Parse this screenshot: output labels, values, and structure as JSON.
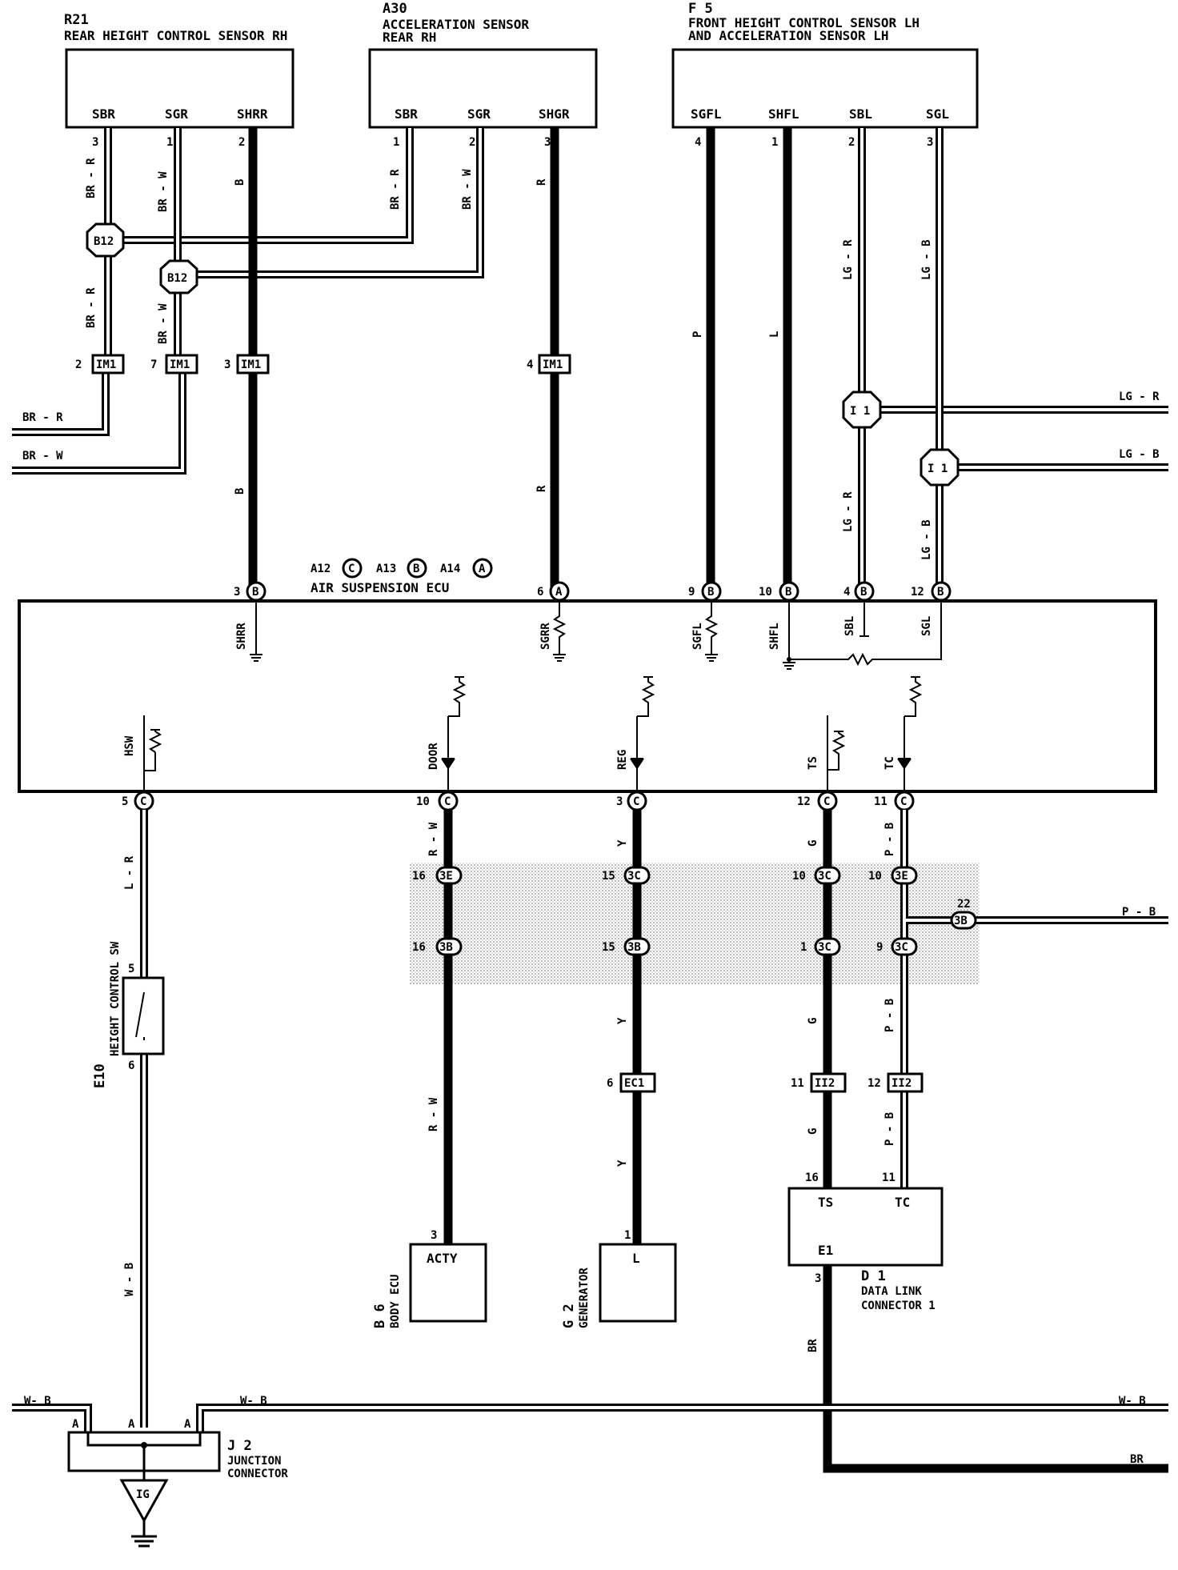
{
  "components": {
    "r21": {
      "code": "R21",
      "name": "REAR HEIGHT CONTROL SENSOR RH",
      "pins": [
        "SBR",
        "SGR",
        "SHRR"
      ],
      "pin_numbers": [
        "3",
        "1",
        "2"
      ]
    },
    "a30": {
      "code": "A30",
      "name_line1": "ACCELERATION SENSOR",
      "name_line2": "REAR RH",
      "pins": [
        "SBR",
        "SGR",
        "SHGR"
      ],
      "pin_numbers": [
        "1",
        "2",
        "3"
      ]
    },
    "f5": {
      "code": "F 5",
      "name_line1": "FRONT HEIGHT CONTROL SENSOR LH",
      "name_line2": "AND ACCELERATION SENSOR LH",
      "pins": [
        "SGFL",
        "SHFL",
        "SBL",
        "SGL"
      ],
      "pin_numbers": [
        "4",
        "1",
        "2",
        "3"
      ]
    },
    "ecu": {
      "connectors": [
        "A12",
        "A13",
        "A14"
      ],
      "connector_letters": [
        "C",
        "B",
        "A"
      ],
      "name": "AIR SUSPENSION ECU",
      "top_pins": [
        {
          "num": "3",
          "conn": "B",
          "label": "SHRR"
        },
        {
          "num": "6",
          "conn": "A",
          "label": "SGRR"
        },
        {
          "num": "9",
          "conn": "B",
          "label": "SGFL"
        },
        {
          "num": "10",
          "conn": "B",
          "label": "SHFL"
        },
        {
          "num": "4",
          "conn": "B",
          "label": "SBL"
        },
        {
          "num": "12",
          "conn": "B",
          "label": "SGL"
        }
      ],
      "bottom_pins": [
        {
          "num": "5",
          "conn": "C",
          "label": "HSW"
        },
        {
          "num": "10",
          "conn": "C",
          "label": "DOOR"
        },
        {
          "num": "3",
          "conn": "C",
          "label": "REG"
        },
        {
          "num": "12",
          "conn": "C",
          "label": "TS"
        },
        {
          "num": "11",
          "conn": "C",
          "label": "TC"
        }
      ]
    },
    "e10": {
      "code": "E10",
      "name": "HEIGHT CONTROL SW",
      "pin_top": "5",
      "pin_bottom": "6"
    },
    "b6": {
      "code": "B 6",
      "name": "BODY ECU",
      "pin_label": "ACTY",
      "pin_number": "3"
    },
    "g2": {
      "code": "G 2",
      "name": "GENERATOR",
      "pin_label": "L",
      "pin_number": "1"
    },
    "d1": {
      "code": "D 1",
      "name_line1": "DATA LINK",
      "name_line2": "CONNECTOR 1",
      "pins": [
        "TS",
        "TC",
        "E1"
      ],
      "pin_numbers": [
        "16",
        "11",
        "3"
      ]
    },
    "j2": {
      "code": "J 2",
      "name_line1": "JUNCTION",
      "name_line2": "CONNECTOR",
      "pin": "A"
    },
    "ground": {
      "label": "IG"
    }
  },
  "splices": {
    "b12": "B12",
    "i1": "I 1"
  },
  "connectors": {
    "im1": "IM1",
    "ec1": "EC1",
    "ii2": "II2",
    "c3e": "3E",
    "c3b": "3B",
    "c3c": "3C"
  },
  "wire_colors": {
    "br_r": "BR - R",
    "br_w": "BR - W",
    "b": "B",
    "r": "R",
    "p": "P",
    "l": "L",
    "lg_r": "LG - R",
    "lg_b": "LG - B",
    "l_r": "L - R",
    "w_b": "W - B",
    "w_b_alt": "W- B",
    "r_w": "R - W",
    "y": "Y",
    "g": "G",
    "p_b": "P - B",
    "br": "BR"
  },
  "pin_numbers": {
    "im1_a": "2",
    "im1_b": "7",
    "im1_c": "3",
    "im1_d": "4",
    "door_3e": "16",
    "door_3b": "16",
    "reg_3c": "15",
    "reg_3b": "15",
    "ts_3c_top": "10",
    "ts_3c_bot": "1",
    "tc_3e": "10",
    "tc_3b_side": "22",
    "tc_3c": "9",
    "ec1": "6",
    "ts_ii2": "11",
    "tc_ii2": "12"
  }
}
